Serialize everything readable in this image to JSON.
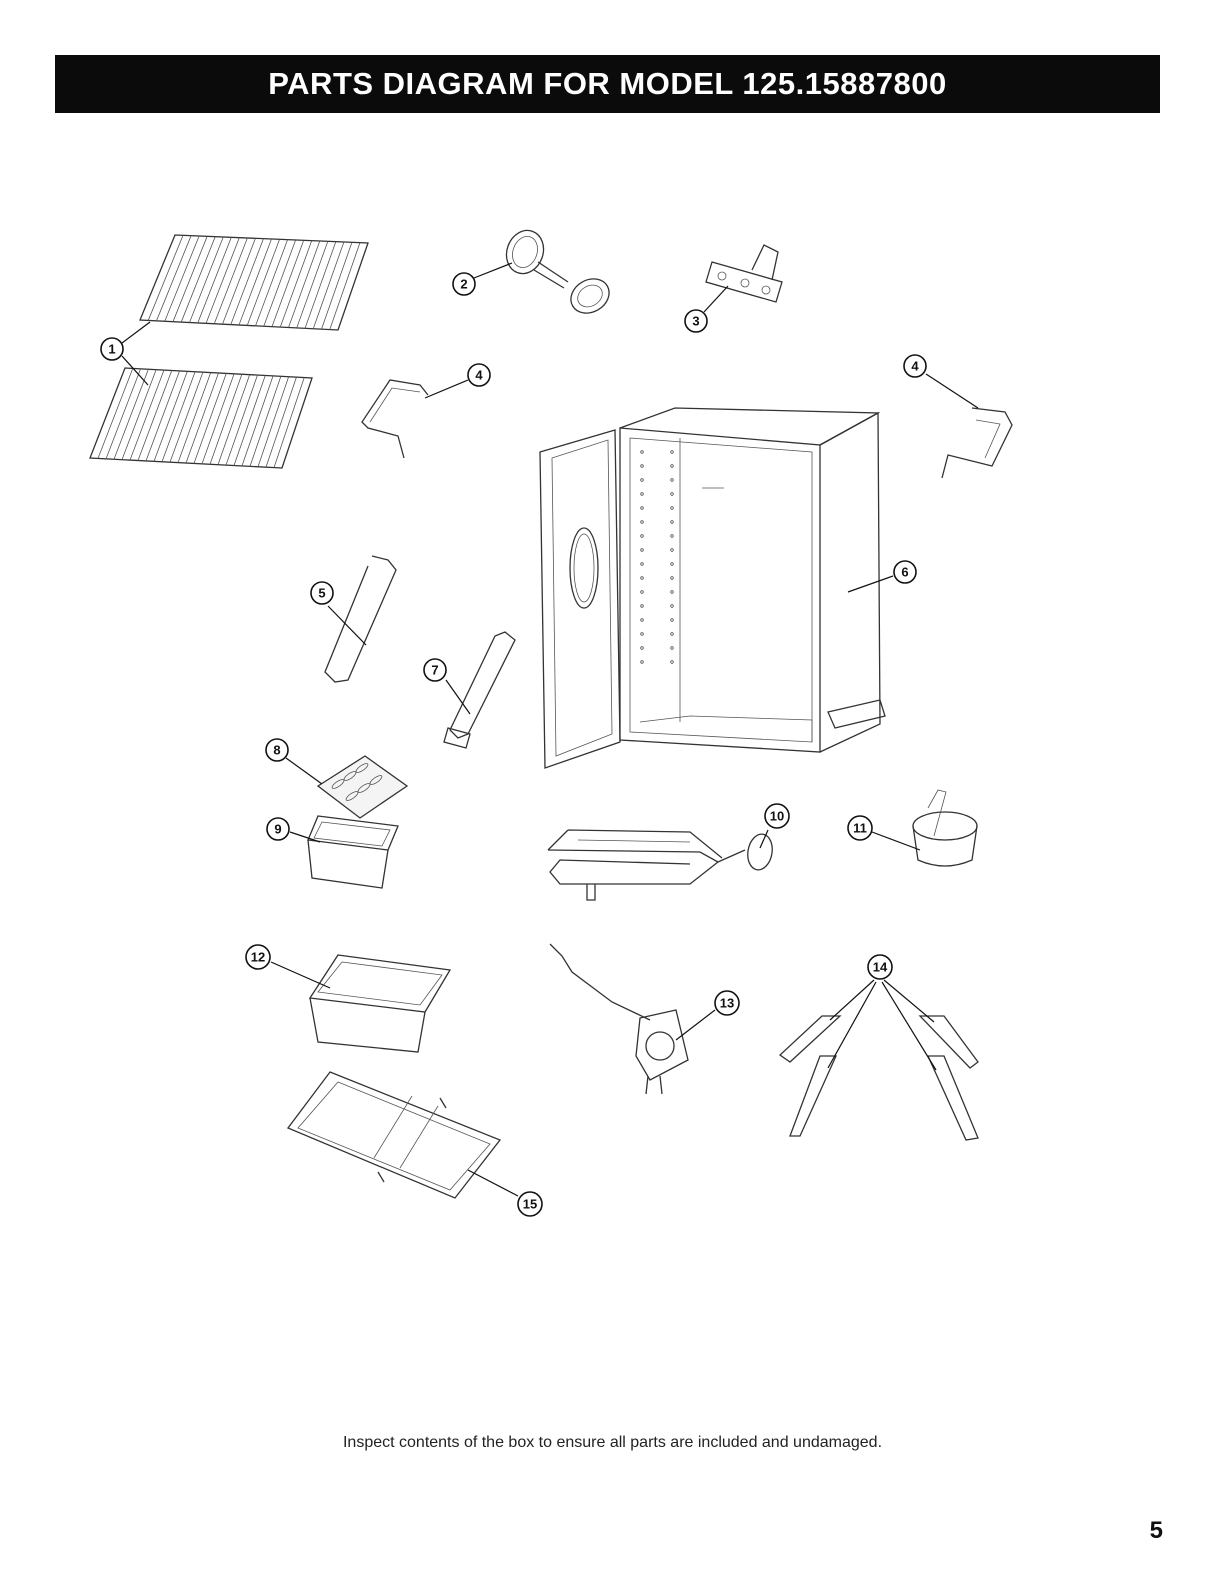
{
  "header": {
    "title": "PARTS DIAGRAM FOR MODEL 125.15887800"
  },
  "callouts": [
    {
      "label": "1"
    },
    {
      "label": "2"
    },
    {
      "label": "3"
    },
    {
      "label": "4"
    },
    {
      "label": "4"
    },
    {
      "label": "5"
    },
    {
      "label": "6"
    },
    {
      "label": "7"
    },
    {
      "label": "8"
    },
    {
      "label": "9"
    },
    {
      "label": "10"
    },
    {
      "label": "11"
    },
    {
      "label": "12"
    },
    {
      "label": "13"
    },
    {
      "label": "14"
    },
    {
      "label": "15"
    }
  ],
  "footer": {
    "note": "Inspect contents of the box to ensure all parts are included and undamaged.",
    "page_number": "5"
  }
}
